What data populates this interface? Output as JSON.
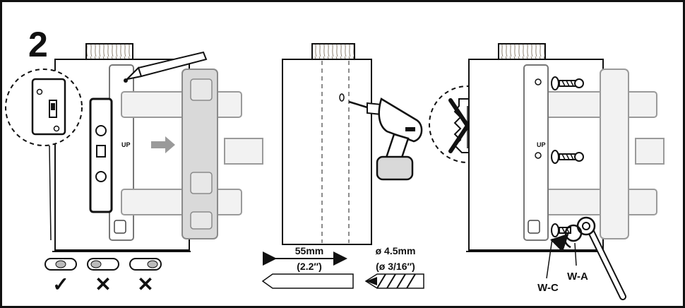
{
  "step_number": "2",
  "panel_left": {
    "level_marks": [
      "✓",
      "✕",
      "✕"
    ],
    "up_label": "UP"
  },
  "panel_middle": {
    "depth": "55mm",
    "depth_imperial": "(2.2″)",
    "bit_diameter": "ø 4.5mm",
    "bit_diameter_imperial": "(ø 3/16″)"
  },
  "panel_right": {
    "up_label": "UP",
    "label_washer": "W-C",
    "label_bolt": "W-A"
  },
  "colors": {
    "ink": "#111111",
    "panel_gray": "#d9d9d9",
    "panel_light": "#efefef",
    "arrow_gray": "#9a9a9a",
    "wood": "#f7f2ea"
  }
}
